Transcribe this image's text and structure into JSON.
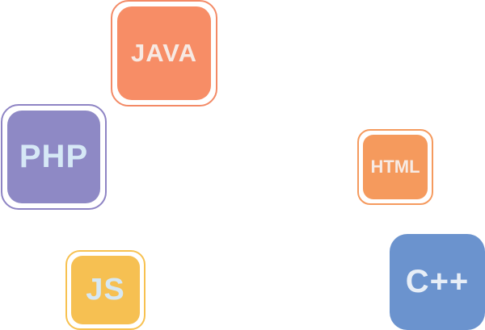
{
  "tiles": {
    "java": {
      "label": "JAVA",
      "fill": "#f78d66",
      "text_color": "#f7e9e3"
    },
    "php": {
      "label": "PHP",
      "fill": "#8e89c5",
      "text_color": "#d6e8f6"
    },
    "html": {
      "label": "HTML",
      "fill": "#f59a5d",
      "text_color": "#f7ebe4"
    },
    "js": {
      "label": "JS",
      "fill": "#f6c052",
      "text_color": "#d6e8f4"
    },
    "cpp": {
      "label": "C++",
      "fill": "#6b93ce",
      "text_color": "#e7eef7"
    }
  },
  "colors": {
    "background": "#ffffff"
  }
}
